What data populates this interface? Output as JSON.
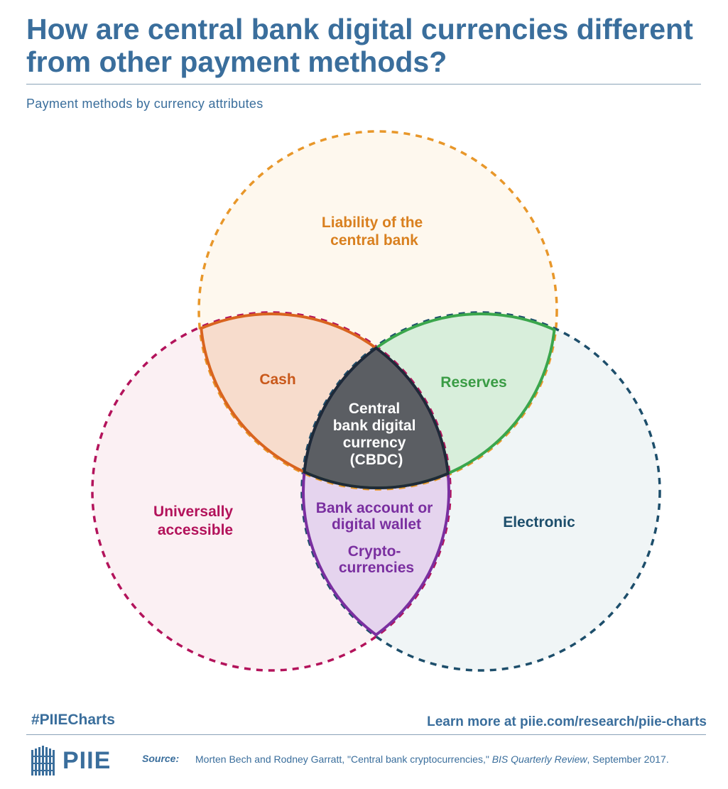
{
  "header": {
    "title": "How are central bank digital currencies different from other payment methods?",
    "subtitle": "Payment methods by currency attributes"
  },
  "diagram": {
    "sets": [
      {
        "label_line1": "Liability of the",
        "label_line2": "central bank",
        "color": "#e8972a",
        "fill": "#fef8ee"
      },
      {
        "label_line1": "Universally",
        "label_line2": "accessible",
        "color": "#b3135b",
        "fill": "#fbf0f3"
      },
      {
        "label": "Electronic",
        "color": "#1d4e6b",
        "fill": "#f0f5f6"
      }
    ],
    "intersections": {
      "cash": {
        "label": "Cash",
        "color": "#d9641f",
        "fill": "#f7dccc"
      },
      "reserves": {
        "label": "Reserves",
        "color": "#3aa64c",
        "fill": "#d8eedb"
      },
      "electronic_accessible": {
        "line1": "Bank account or",
        "line2": "digital wallet",
        "line3": "Crypto-",
        "line4": "currencies",
        "color": "#7a2fa0",
        "fill": "#e5d4ee"
      },
      "center": {
        "line1": "Central",
        "line2": "bank digital",
        "line3": "currency",
        "line4": "(CBDC)",
        "color": "#1e2a38",
        "fill": "#5b5e63"
      }
    }
  },
  "footer": {
    "hashtag": "#PIIECharts",
    "learn_more": "Learn more at piie.com/research/piie-charts",
    "logo_text": "PIIE",
    "source_label": "Source:",
    "source_text_a": "Morten Bech and Rodney Garratt, \"Central bank cryptocurrencies,\" ",
    "source_text_italic": "BIS Quarterly Review",
    "source_text_b": ", September 2017."
  }
}
